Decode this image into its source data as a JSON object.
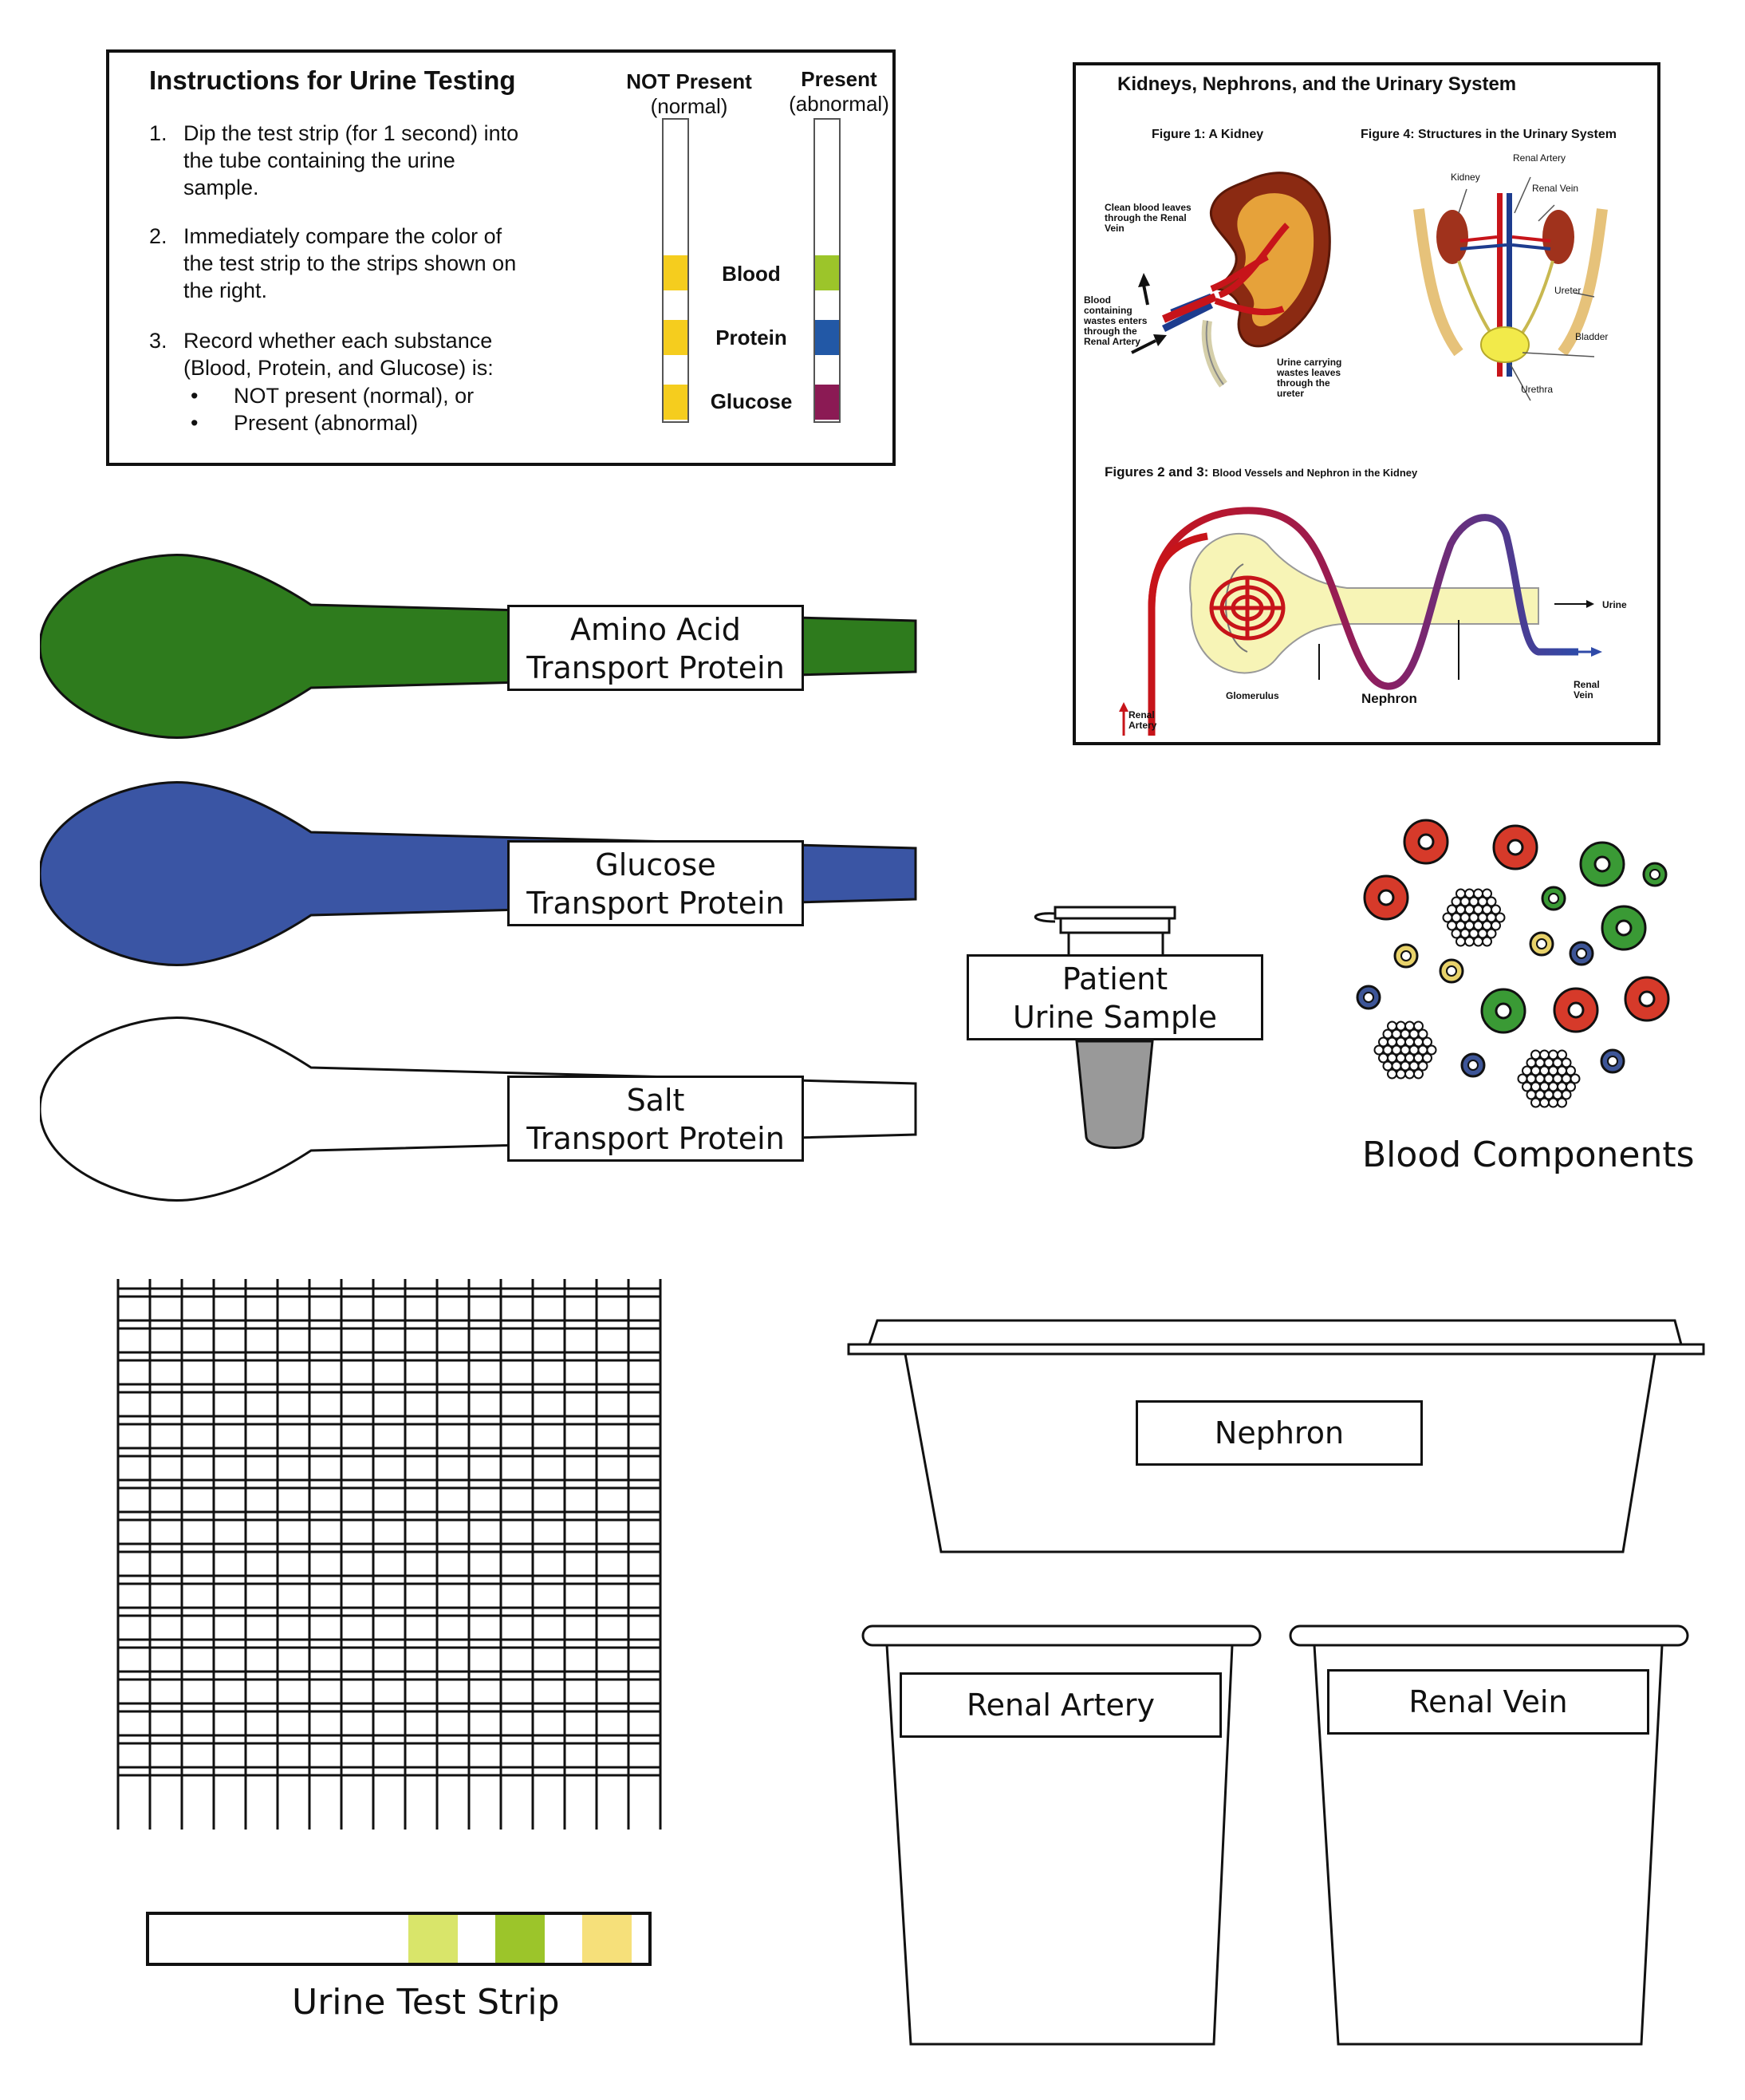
{
  "instructions": {
    "title": "Instructions for Urine Testing",
    "steps": [
      {
        "num": "1.",
        "text": "Dip the test strip (for 1 second) into the tube containing the urine sample."
      },
      {
        "num": "2.",
        "text": "Immediately compare the color of the test strip to the strips shown on the right."
      },
      {
        "num": "3.",
        "text": "Record whether each substance (Blood, Protein, and Glucose) is:"
      }
    ],
    "bullets": [
      "NOT present (normal), or",
      "Present (abnormal)"
    ],
    "col_not_present": {
      "title": "NOT Present",
      "sub": "(normal)"
    },
    "col_present": {
      "title": "Present",
      "sub": "(abnormal)"
    },
    "substances": [
      "Blood",
      "Protein",
      "Glucose"
    ],
    "colors": {
      "normal_pad": "#f5cd1e",
      "blood_present": "#9cc52a",
      "protein_present": "#2258a6",
      "glucose_present": "#8b1a54"
    }
  },
  "poster": {
    "title": "Kidneys, Nephrons, and the Urinary System",
    "fig1": "Figure 1: A Kidney",
    "fig4": "Figure 4: Structures in the Urinary System",
    "fig23_bold": "Figures 2 and 3:",
    "fig23_rest": "Blood Vessels and Nephron in the Kidney",
    "kidney_notes": {
      "clean": "Clean blood leaves through the Renal Vein",
      "waste": "Blood containing wastes enters through the Renal Artery",
      "urine": "Urine carrying wastes leaves through the ureter"
    },
    "system_labels": {
      "renal_artery": "Renal Artery",
      "kidney": "Kidney",
      "renal_vein": "Renal Vein",
      "ureter": "Ureter",
      "bladder": "Bladder",
      "urethra": "Urethra"
    },
    "nephron_labels": {
      "urine": "Urine",
      "renal_vein": "Renal Vein",
      "glomerulus": "Glomerulus",
      "nephron": "Nephron",
      "renal_artery": "Renal Artery"
    }
  },
  "spoons": [
    {
      "line1": "Amino Acid",
      "line2": "Transport Protein",
      "color": "#2e7b1d"
    },
    {
      "line1": "Glucose",
      "line2": "Transport Protein",
      "color": "#3a55a4"
    },
    {
      "line1": "Salt",
      "line2": "Transport Protein",
      "color": "#ffffff"
    }
  ],
  "urine_sample": {
    "line1": "Patient",
    "line2": "Urine Sample"
  },
  "blood_components": {
    "caption": "Blood Components",
    "colors": {
      "red": "#d63a2a",
      "green": "#3a9a35",
      "yellow": "#e8d26a",
      "blue": "#3d5597"
    }
  },
  "test_strip": {
    "caption": "Urine Test Strip",
    "pad_colors": [
      "#d9e56a",
      "#9cc52a",
      "#f6e07a"
    ]
  },
  "containers": {
    "nephron": "Nephron",
    "renal_artery": "Renal Artery",
    "renal_vein": "Renal Vein"
  }
}
